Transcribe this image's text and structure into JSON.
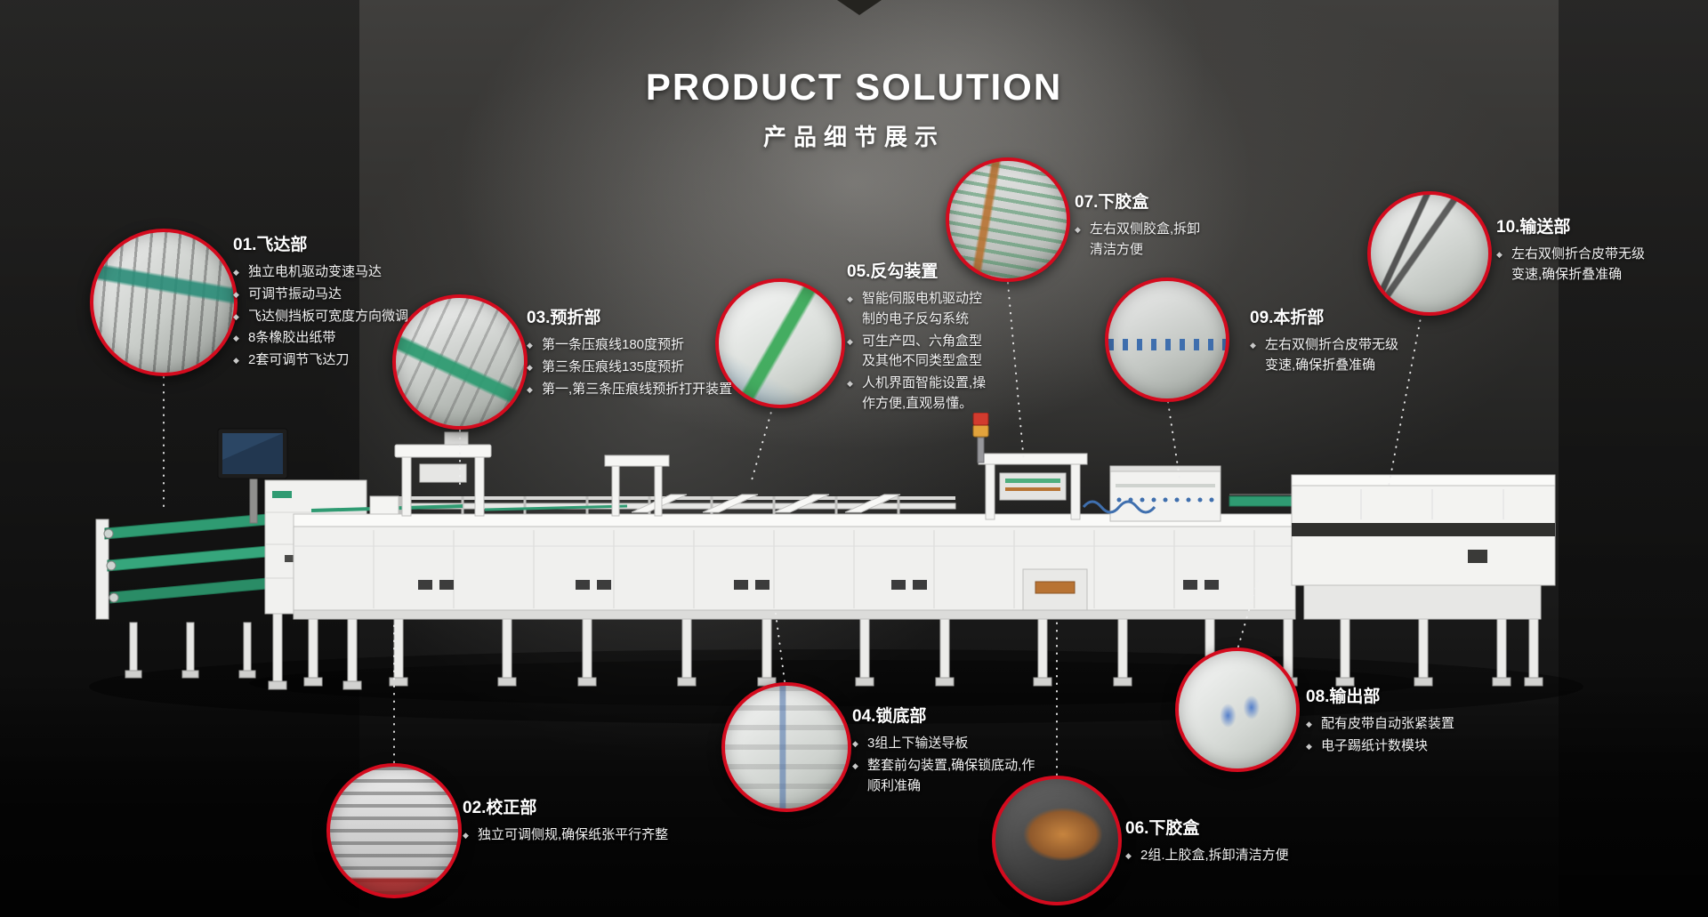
{
  "header": {
    "title": "PRODUCT SOLUTION",
    "subtitle": "产品细节展示"
  },
  "theme": {
    "accent_red": "#d40b1e",
    "background": "#1a1a1a",
    "text": "#ffffff",
    "machine_body": "#f0f0ee",
    "belt_green": "#2f9b72"
  },
  "machine": {
    "name": "automatic-folder-gluer-machine"
  },
  "callouts": [
    {
      "id": "01",
      "title": "01.飞达部",
      "features": [
        "独立电机驱动变速马达",
        "可调节振动马达",
        "飞达侧挡板可宽度方向微调",
        "8条橡胶出纸带",
        "2套可调节飞达刀"
      ]
    },
    {
      "id": "02",
      "title": "02.校正部",
      "features": [
        "独立可调侧规,确保纸张平行齐整"
      ]
    },
    {
      "id": "03",
      "title": "03.预折部",
      "features": [
        "第一条压痕线180度预折",
        "第三条压痕线135度预折",
        "第一,第三条压痕线预折打开装置"
      ]
    },
    {
      "id": "04",
      "title": "04.锁底部",
      "features": [
        "3组上下输送导板",
        "整套前勾装置,确保锁底动,作顺利准确"
      ]
    },
    {
      "id": "05",
      "title": "05.反勾装置",
      "features": [
        "智能伺服电机驱动控制的电子反勾系统",
        "可生产四、六角盒型及其他不同类型盒型",
        "人机界面智能设置,操作方便,直观易懂。"
      ]
    },
    {
      "id": "06",
      "title": "06.下胶盒",
      "features": [
        "2组.上胶盒,拆卸清洁方便"
      ]
    },
    {
      "id": "07",
      "title": "07.下胶盒",
      "features": [
        "左右双侧胶盒,拆卸清洁方便"
      ]
    },
    {
      "id": "08",
      "title": "08.输出部",
      "features": [
        "配有皮带自动张紧装置",
        "电子踢纸计数模块"
      ]
    },
    {
      "id": "09",
      "title": "09.本折部",
      "features": [
        "左右双侧折合皮带无级变速,确保折叠准确"
      ]
    },
    {
      "id": "10",
      "title": "10.输送部",
      "features": [
        "左右双侧折合皮带无级变速,确保折叠准确"
      ]
    }
  ]
}
